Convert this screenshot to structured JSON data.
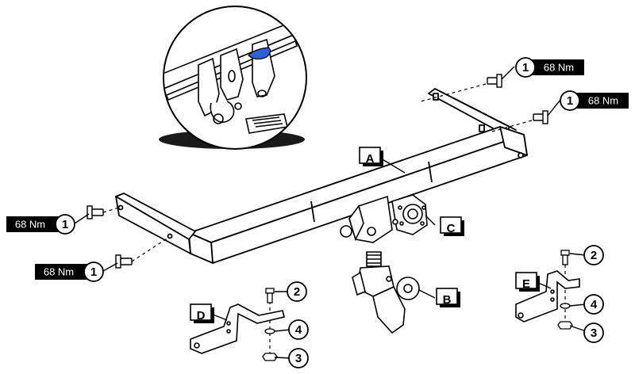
{
  "callouts": {
    "part_a": "A",
    "part_b": "B",
    "part_c": "C",
    "part_d": "D",
    "part_e": "E"
  },
  "torque": {
    "value": "68 Nm",
    "bolt_number": "1"
  },
  "fasteners": {
    "bolt": "2",
    "nut": "3",
    "washer": "4"
  },
  "colors": {
    "line": "#000000",
    "badge_bg": "#000000",
    "badge_text": "#ffffff",
    "part_fill": "#ffffff",
    "inset_shadow": "#1a1a1a",
    "highlight": "#2f5fd0"
  }
}
